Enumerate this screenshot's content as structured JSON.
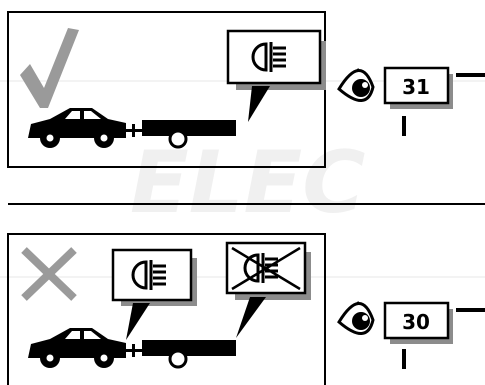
{
  "watermark": "ELEC",
  "panels": [
    {
      "status": "correct",
      "status_icon": "checkmark-icon",
      "car_icon": "car-with-trailer-icon",
      "lamps": [
        {
          "icon": "rear-fog-light-icon",
          "state": "on"
        }
      ],
      "page_ref": "31"
    },
    {
      "status": "incorrect",
      "status_icon": "cross-icon",
      "car_icon": "car-with-trailer-icon",
      "lamps": [
        {
          "icon": "rear-fog-light-icon",
          "state": "on"
        },
        {
          "icon": "rear-fog-light-icon",
          "state": "off"
        }
      ],
      "page_ref": "30"
    }
  ],
  "colors": {
    "ink": "#000000",
    "status_mark": "#9a9a9a",
    "watermark": "#f0f0f0",
    "lamp_box_shadow": "#8c8c8c"
  }
}
